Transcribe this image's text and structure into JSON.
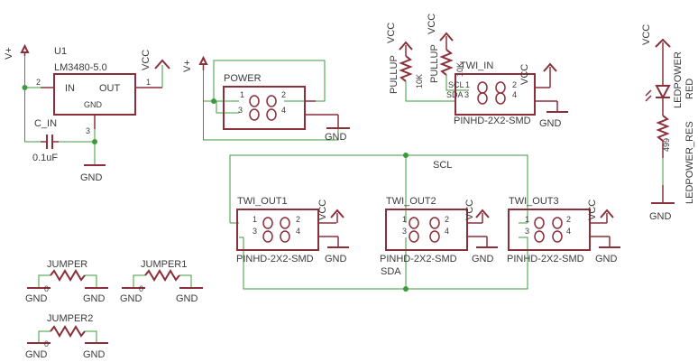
{
  "regulator": {
    "name": "U1",
    "value": "LM3480-5.0",
    "pin_in": "IN",
    "pin_out": "OUT",
    "pin_gnd": "GND",
    "pin_num_in": "2",
    "pin_num_out": "1",
    "pin_num_gnd": "3"
  },
  "capacitor": {
    "name": "C_IN",
    "value": "0.1uF"
  },
  "power_header": {
    "name": "POWER"
  },
  "pullups": {
    "left": {
      "name": "PULLUP",
      "value": "10K"
    },
    "right": {
      "name": "PULLUP",
      "value": "10K"
    }
  },
  "twi_in": {
    "name": "TWI_IN",
    "value": "PINHD-2X2-SMD"
  },
  "twi_out": [
    {
      "name": "TWI_OUT1",
      "value": "PINHD-2X2-SMD"
    },
    {
      "name": "TWI_OUT2",
      "value": "PINHD-2X2-SMD"
    },
    {
      "name": "TWI_OUT3",
      "value": "PINHD-2X2-SMD"
    }
  ],
  "jumpers": [
    {
      "name": "JUMPER",
      "pin_num": "0"
    },
    {
      "name": "JUMPER1",
      "pin_num": "0"
    },
    {
      "name": "JUMPER2",
      "pin_num": "0"
    }
  ],
  "led": {
    "name": "LEDPOWER",
    "value": "RED"
  },
  "led_res": {
    "name": "LEDPOWER_RES",
    "value": "499"
  },
  "nets": {
    "scl": "SCL",
    "sda": "SDA",
    "scl_pin": "SCL",
    "sda_pin": "SDA"
  },
  "symbols": {
    "vcc": "VCC",
    "vplus": "V+",
    "gnd": "GND"
  },
  "pins": {
    "p1": "1",
    "p2": "2",
    "p3": "3",
    "p4": "4"
  },
  "colors": {
    "net": "#3b9b3b",
    "part": "#8b2f3a",
    "text": "#3a3a3a"
  }
}
